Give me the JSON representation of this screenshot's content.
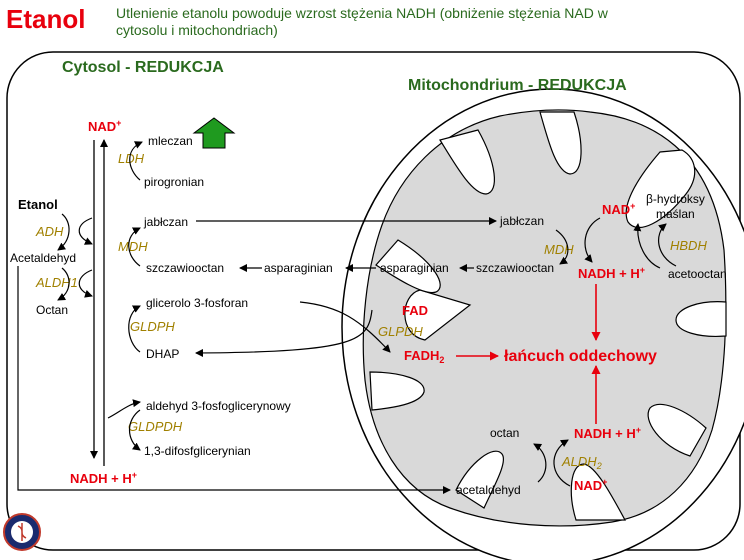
{
  "header": {
    "title": "Etanol",
    "subtitle_line1": "Utlenienie etanolu powoduje wzrost stężenia NADH (obniżenie stężenia NAD w",
    "subtitle_line2": "cytosolu i mitochondriach)"
  },
  "cytosol": {
    "title": "Cytosol - REDUKCJA",
    "nad_top": "NAD",
    "nadh_bottom": "NADH + H",
    "ethanol": {
      "etanol": "Etanol",
      "adh": "ADH",
      "acetaldehyd": "Acetaldehyd",
      "aldh1": "ALDH1",
      "octan": "Octan"
    },
    "ldh": {
      "mleczan": "mleczan",
      "enzyme": "LDH",
      "pirogronian": "pirogronian"
    },
    "mdh": {
      "jablczan": "jabłczan",
      "enzyme": "MDH",
      "szczawiooctan": "szczawiooctan",
      "asparaginian": "asparaginian"
    },
    "gldph": {
      "glicerolo": "glicerolo 3-fosforan",
      "enzyme": "GLDPH",
      "dhap": "DHAP"
    },
    "gldpdh": {
      "aldehyd": "aldehyd 3-fosfoglicerynowy",
      "enzyme": "GLDPDH",
      "difosfo": "1,3-difosfglicerynian"
    }
  },
  "mitochondrion": {
    "title": "Mitochondrium - REDUKCJA",
    "mdh": {
      "jablczan": "jabłczan",
      "enzyme": "MDH",
      "szczawiooctan": "szczawiooctan",
      "asparaginian": "asparaginian"
    },
    "nad": "NAD",
    "nadh": "NADH + H",
    "hbdh": {
      "hydroksy_line1": "β-hydroksy",
      "hydroksy_line2": "maślan",
      "enzyme": "HBDH",
      "acetooctan": "acetooctan"
    },
    "fad": "FAD",
    "gpdh": "GLPDH",
    "fadh": "FADH",
    "fadh_sub": "2",
    "chain": "łańcuch oddechowy",
    "aldh": {
      "octan": "octan",
      "enzyme": "ALDH",
      "enzyme_sub": "2",
      "nadh": "NADH + H",
      "nad": "NAD",
      "acetaldehyd": "acetaldehyd"
    }
  },
  "plus": "+",
  "colors": {
    "title": "#e8000d",
    "subtitle": "#2a6a1e",
    "compartment_title": "#2a6a1e",
    "enzyme": "#a08000",
    "cofactor": "#e8000d",
    "increase_arrow": "#1f9a1f",
    "mito_fill": "#d9d9d9"
  },
  "icons": {
    "increase": "up-arrow-icon",
    "logo": "university-seal-icon"
  }
}
